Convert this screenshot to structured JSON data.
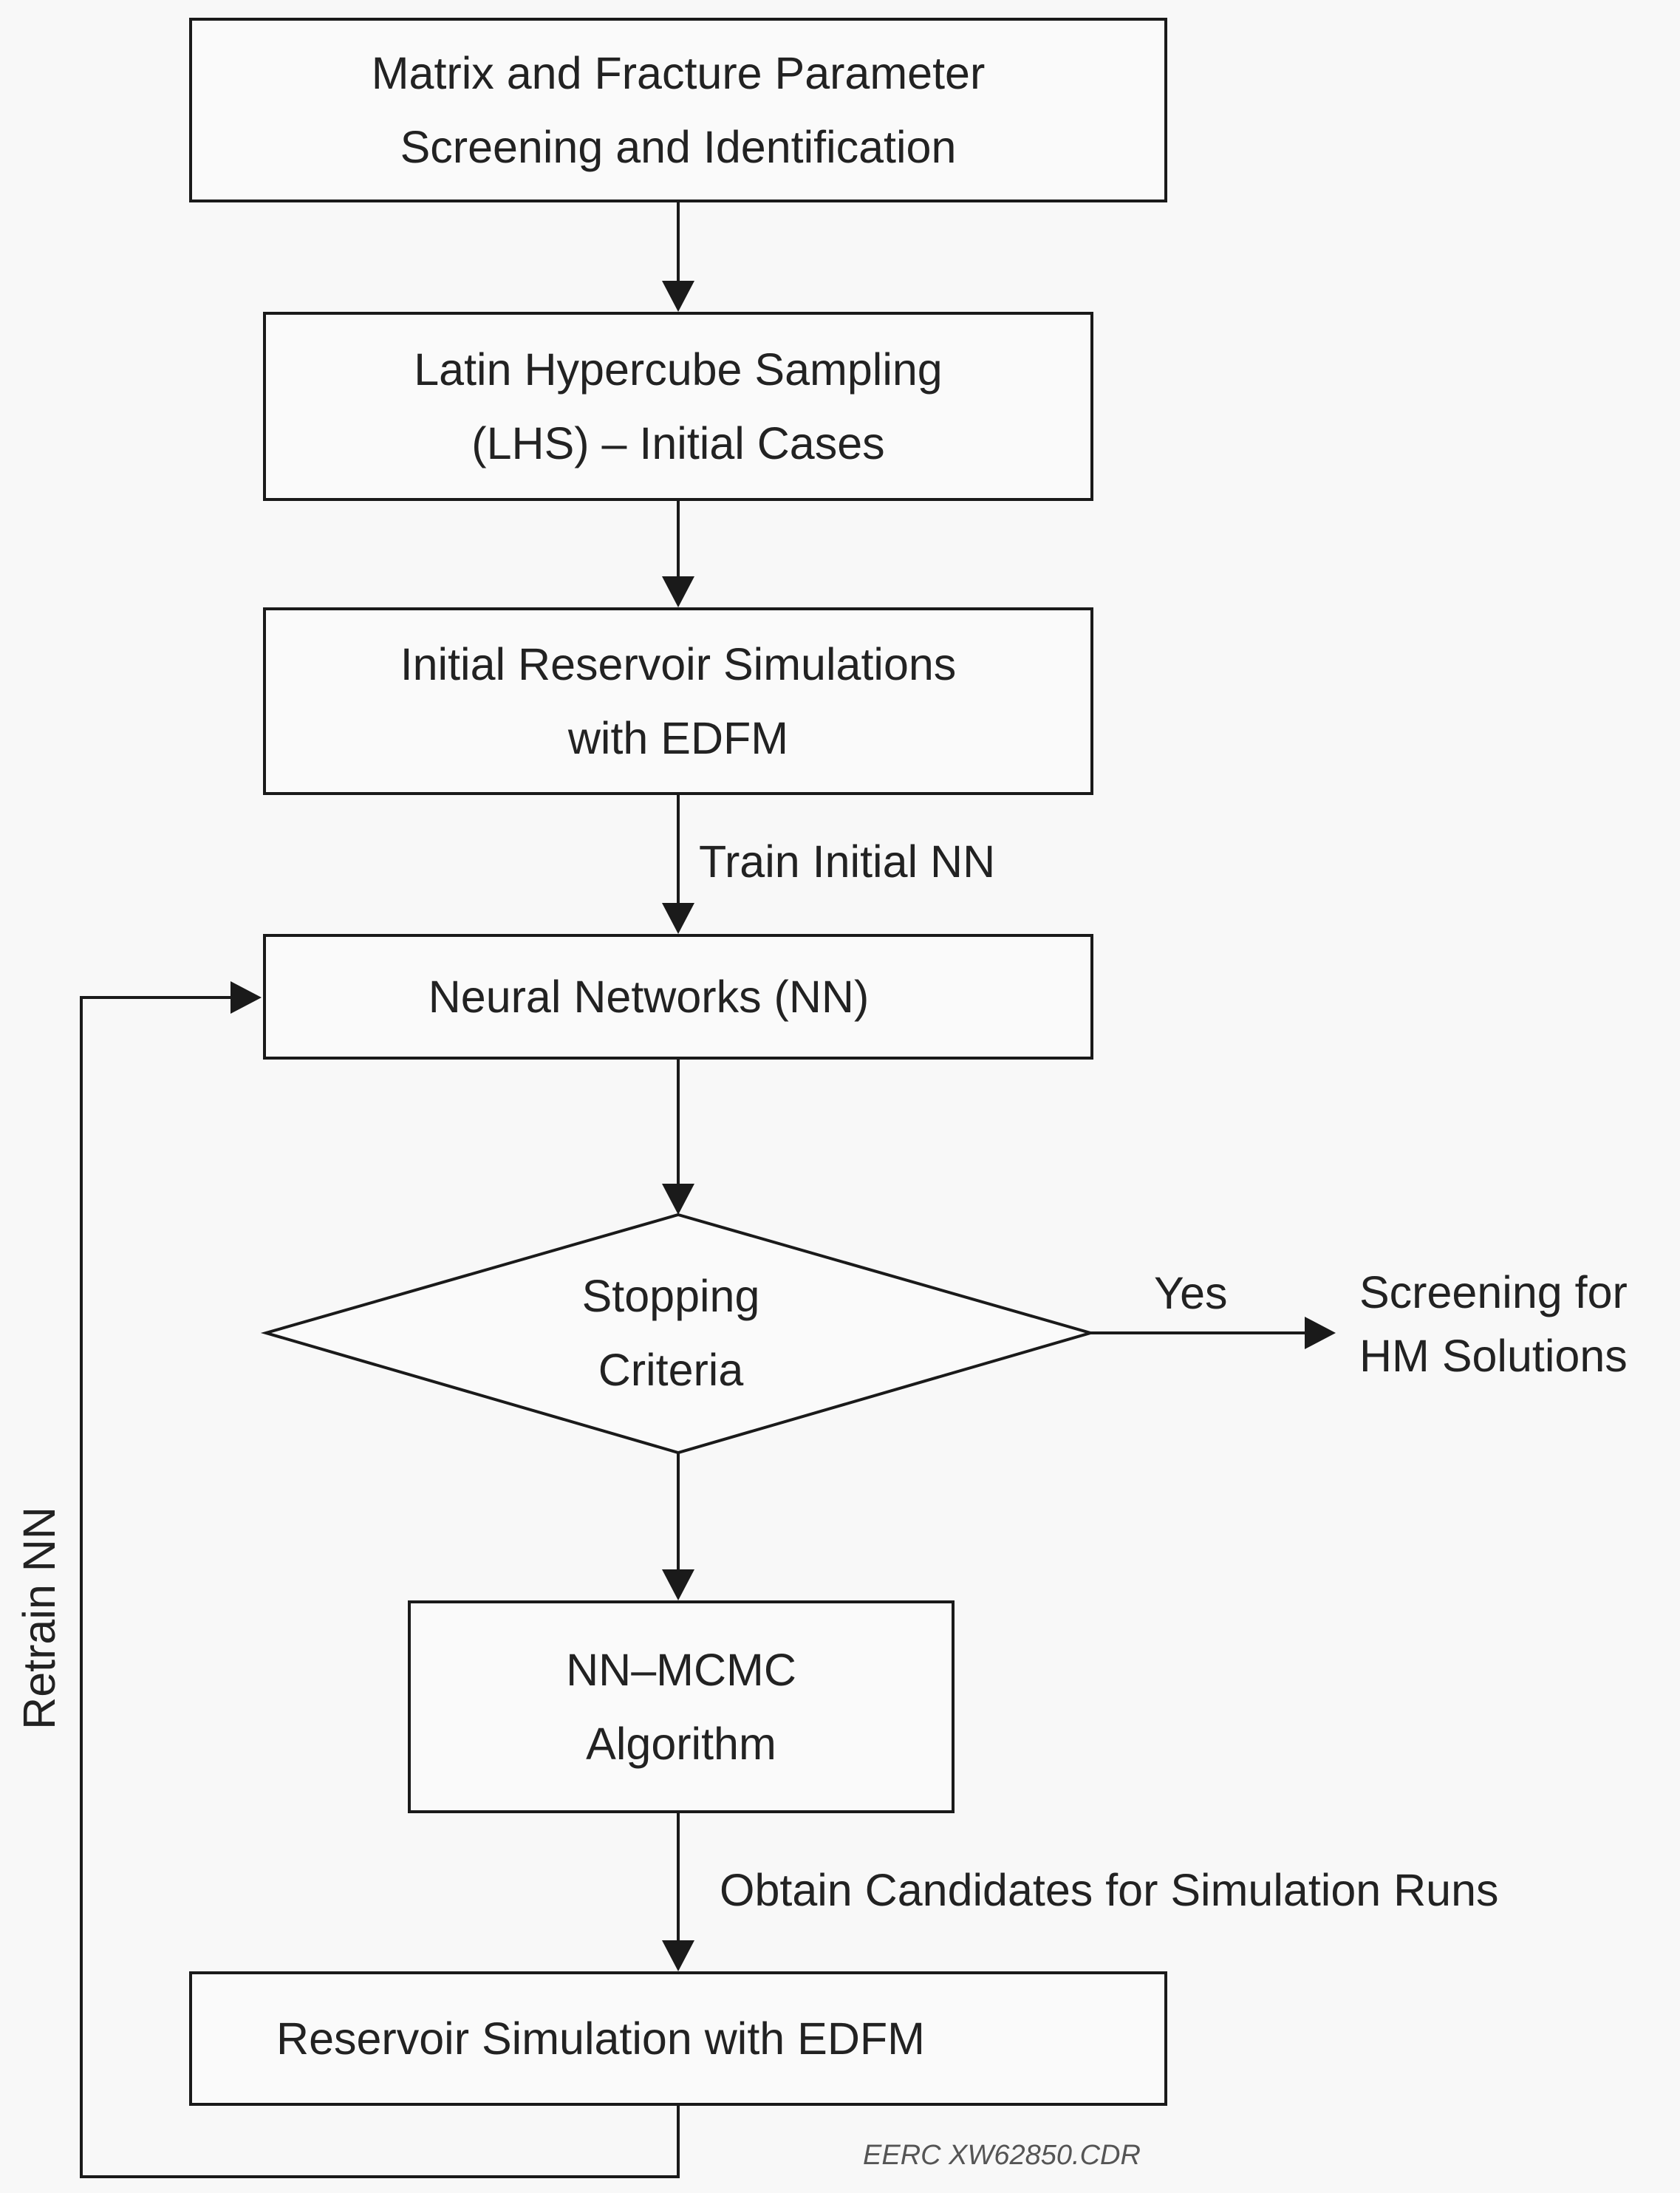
{
  "steps": {
    "screening": "Matrix and Fracture Parameter\nScreening and Identification",
    "lhs": "Latin Hypercube Sampling\n(LHS) – Initial Cases",
    "initial_sim": "Initial Reservoir Simulations\nwith EDFM",
    "nn": "Neural Networks (NN)",
    "mcmc": "NN–MCMC\nAlgorithm",
    "reservoir_sim": "Reservoir Simulation with EDFM"
  },
  "decision": {
    "label": "Stopping\nCriteria",
    "yes_label": "Yes",
    "yes_outcome": "Screening for\nHM Solutions"
  },
  "edge_labels": {
    "train": "Train Initial NN",
    "obtain": "Obtain Candidates for Simulation Runs",
    "retrain": "Retrain NN"
  },
  "credit": "EERC XW62850.CDR"
}
